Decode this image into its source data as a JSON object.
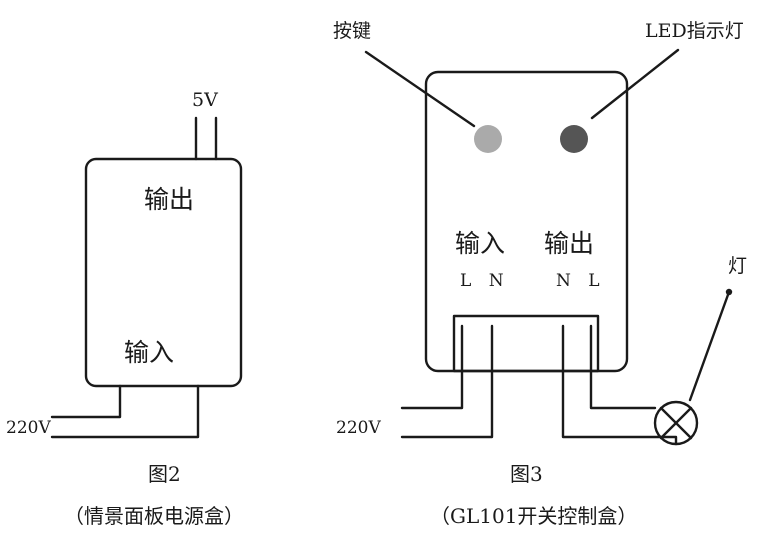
{
  "fig2": {
    "voltage_out": "5V",
    "label_output": "输出",
    "label_input": "输入",
    "voltage_in": "220V",
    "caption": "图2",
    "subcaption": "（情景面板电源盒）"
  },
  "fig3": {
    "button_label": "按键",
    "led_label": "LED指示灯",
    "label_input": "输入",
    "label_output": "输出",
    "input_terminals": "L N",
    "output_terminals": "N L",
    "voltage_in": "220V",
    "lamp_label": "灯",
    "caption": "图3",
    "subcaption": "（GL101开关控制盒）"
  },
  "colors": {
    "stroke": "#1a1a1a",
    "button": "#aaaaaa",
    "led": "#555555"
  },
  "icons": {
    "lamp": "lamp-circle-x-icon"
  }
}
